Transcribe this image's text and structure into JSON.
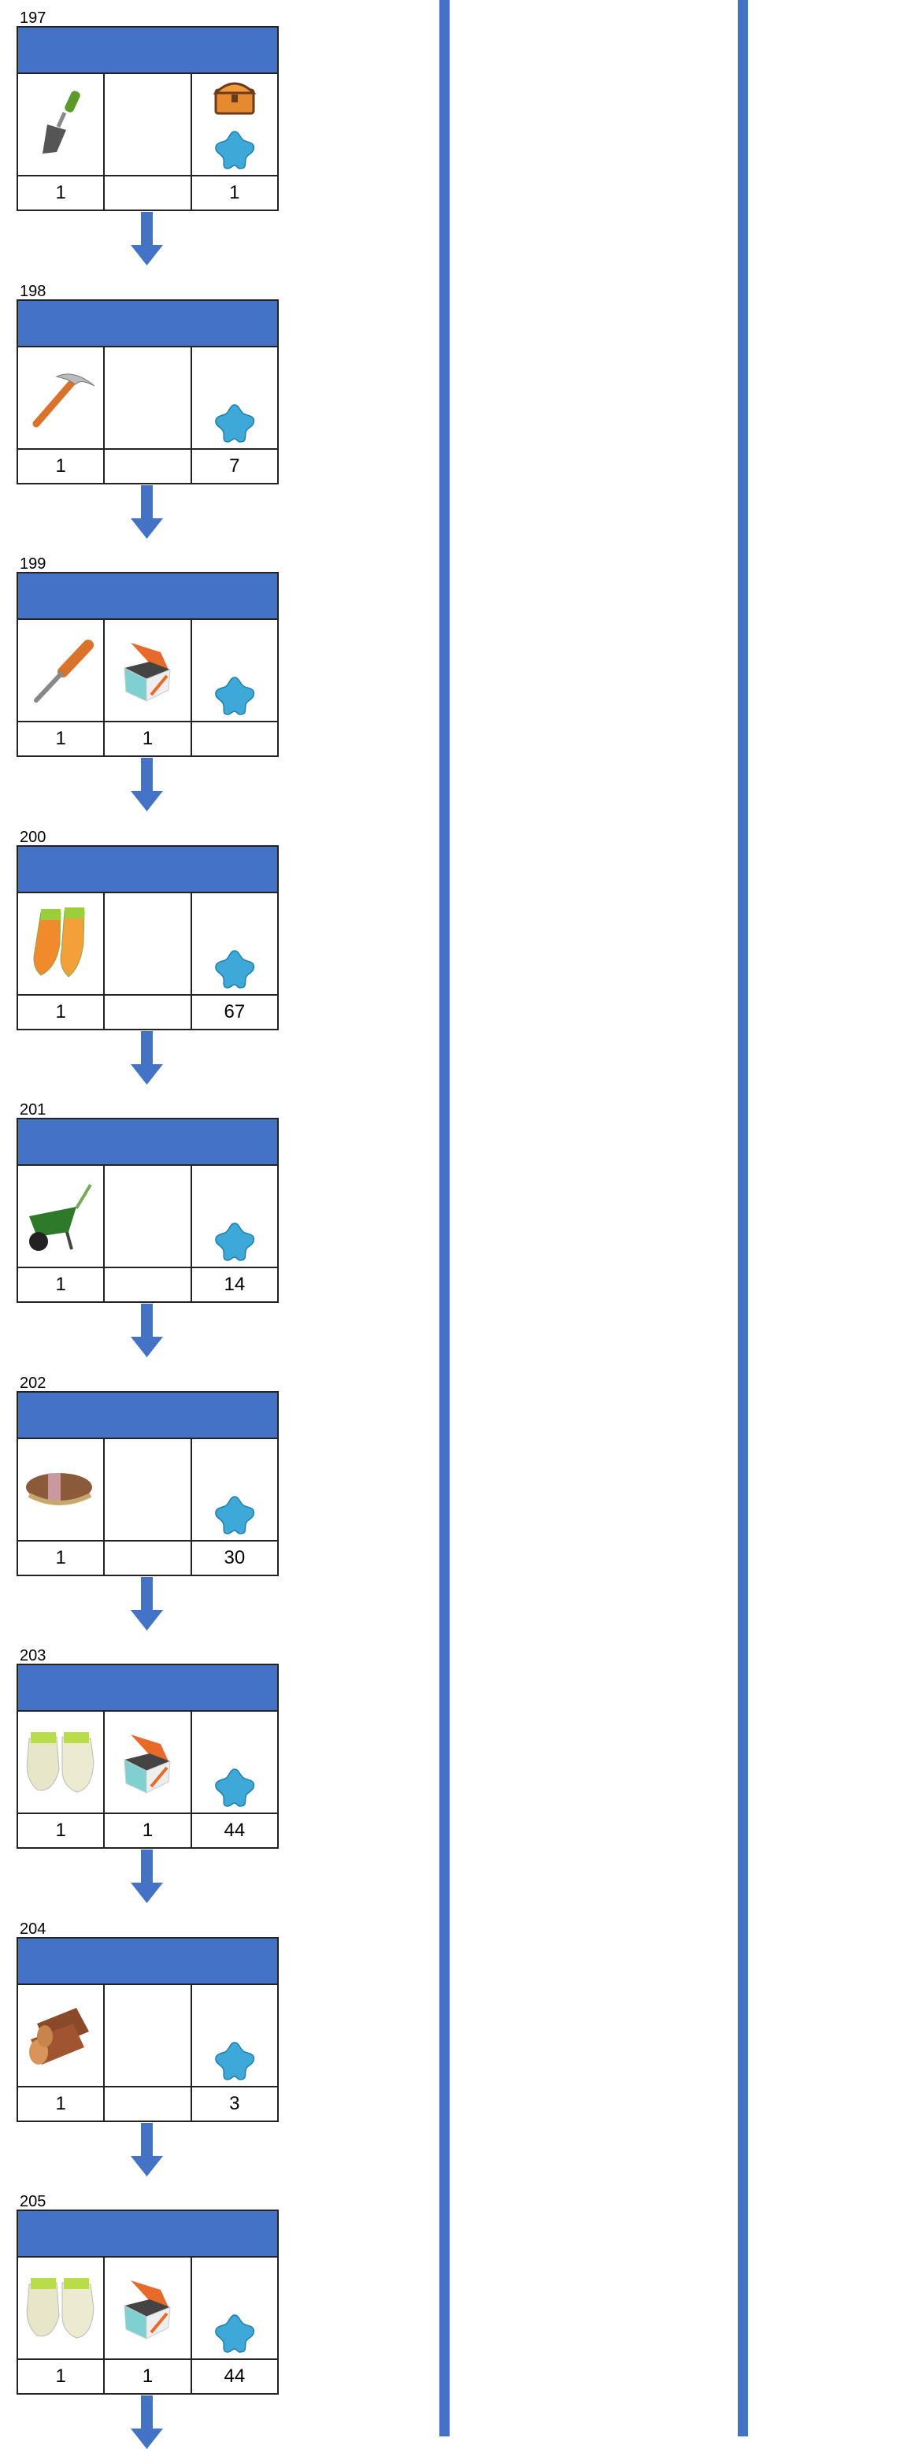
{
  "colors": {
    "accent": "#4472c4",
    "border": "#222222",
    "star": "#3ea9d8"
  },
  "blocks": [
    {
      "label": "197",
      "cells": [
        {
          "icons": [
            "trowel-icon"
          ],
          "count": "1"
        },
        {
          "icons": [],
          "count": ""
        },
        {
          "icons": [
            "chest-icon",
            "blue-star-icon"
          ],
          "count": "1"
        }
      ]
    },
    {
      "label": "198",
      "cells": [
        {
          "icons": [
            "hammer-icon"
          ],
          "count": "1"
        },
        {
          "icons": [],
          "count": ""
        },
        {
          "icons": [
            "blue-star-icon"
          ],
          "count": "7"
        }
      ]
    },
    {
      "label": "199",
      "cells": [
        {
          "icons": [
            "screwdriver-icon"
          ],
          "count": "1"
        },
        {
          "icons": [
            "screw-box-icon"
          ],
          "count": "1"
        },
        {
          "icons": [
            "blue-star-icon"
          ],
          "count": ""
        }
      ]
    },
    {
      "label": "200",
      "cells": [
        {
          "icons": [
            "work-gloves-icon"
          ],
          "count": "1"
        },
        {
          "icons": [],
          "count": ""
        },
        {
          "icons": [
            "blue-star-icon"
          ],
          "count": "67"
        }
      ]
    },
    {
      "label": "201",
      "cells": [
        {
          "icons": [
            "wheelbarrow-icon"
          ],
          "count": "1"
        },
        {
          "icons": [],
          "count": ""
        },
        {
          "icons": [
            "blue-star-icon"
          ],
          "count": "14"
        }
      ]
    },
    {
      "label": "202",
      "cells": [
        {
          "icons": [
            "brush-icon"
          ],
          "count": "1"
        },
        {
          "icons": [],
          "count": ""
        },
        {
          "icons": [
            "blue-star-icon"
          ],
          "count": "30"
        }
      ]
    },
    {
      "label": "203",
      "cells": [
        {
          "icons": [
            "garden-gloves-icon"
          ],
          "count": "1"
        },
        {
          "icons": [
            "screw-box-icon"
          ],
          "count": "1"
        },
        {
          "icons": [
            "blue-star-icon"
          ],
          "count": "44"
        }
      ]
    },
    {
      "label": "204",
      "cells": [
        {
          "icons": [
            "logs-icon"
          ],
          "count": "1"
        },
        {
          "icons": [],
          "count": ""
        },
        {
          "icons": [
            "blue-star-icon"
          ],
          "count": "3"
        }
      ]
    },
    {
      "label": "205",
      "cells": [
        {
          "icons": [
            "garden-gloves-icon"
          ],
          "count": "1"
        },
        {
          "icons": [
            "screw-box-icon"
          ],
          "count": "1"
        },
        {
          "icons": [
            "blue-star-icon"
          ],
          "count": "44"
        }
      ]
    }
  ]
}
